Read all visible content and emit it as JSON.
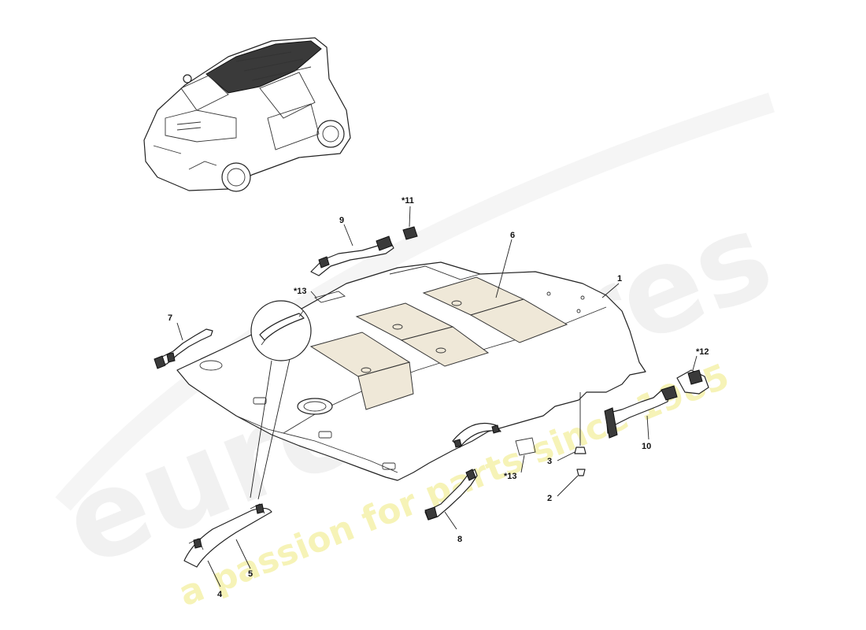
{
  "diagram": {
    "callouts": [
      {
        "id": "c1",
        "label": "1"
      },
      {
        "id": "c2",
        "label": "2"
      },
      {
        "id": "c3",
        "label": "3"
      },
      {
        "id": "c4",
        "label": "4"
      },
      {
        "id": "c5",
        "label": "5"
      },
      {
        "id": "c6",
        "label": "6"
      },
      {
        "id": "c7",
        "label": "7"
      },
      {
        "id": "c8",
        "label": "8"
      },
      {
        "id": "c9",
        "label": "9"
      },
      {
        "id": "c10",
        "label": "10"
      },
      {
        "id": "c11",
        "label": "*11"
      },
      {
        "id": "c12",
        "label": "*12"
      },
      {
        "id": "c13a",
        "label": "*13"
      },
      {
        "id": "c13b",
        "label": "*13"
      }
    ]
  },
  "watermark": {
    "brand": "eurospares",
    "tagline": "a passion for parts since 1985",
    "brand_color": "#e6e6e6",
    "tagline_color": "#f3f0a0"
  }
}
